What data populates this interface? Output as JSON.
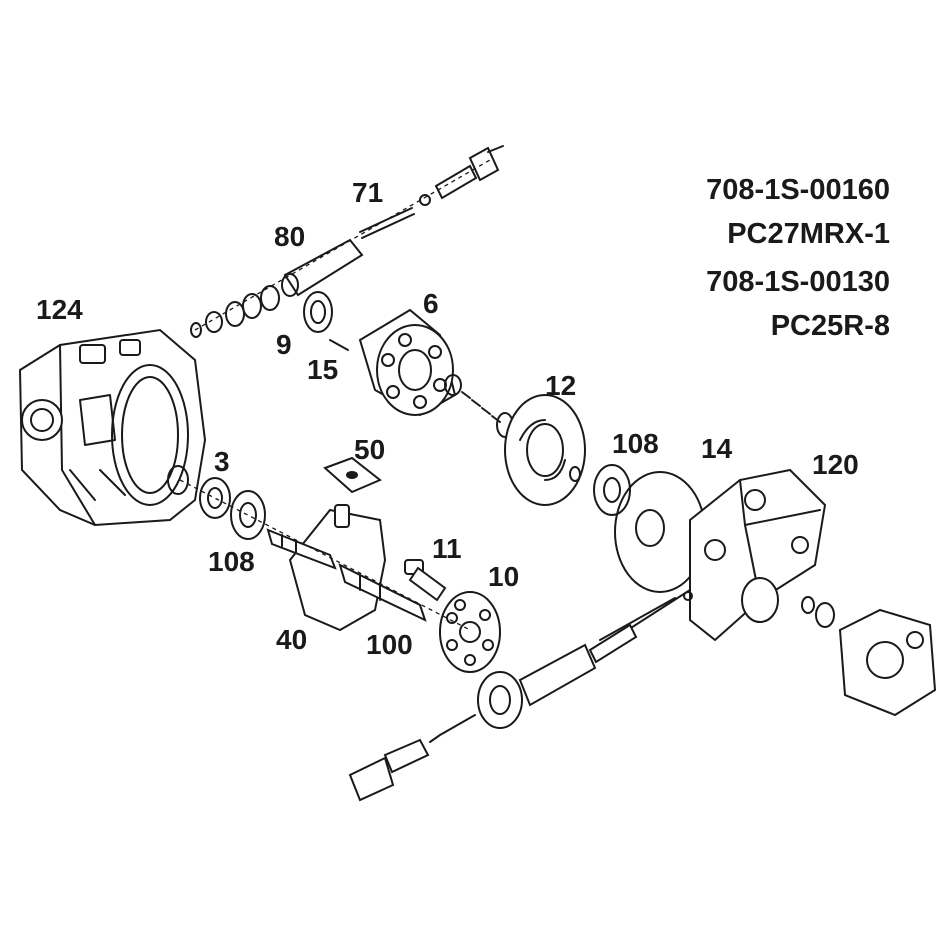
{
  "models": [
    {
      "part_number": "708-1S-00160",
      "model": "PC27MRX-1"
    },
    {
      "part_number": "708-1S-00130",
      "model": "PC25R-8"
    }
  ],
  "labels": {
    "p124": "124",
    "p80": "80",
    "p71": "71",
    "p6": "6",
    "p9": "9",
    "p15": "15",
    "p12": "12",
    "p108a": "108",
    "p14": "14",
    "p120": "120",
    "p3": "3",
    "p50": "50",
    "p108b": "108",
    "p11": "11",
    "p10": "10",
    "p40": "40",
    "p100": "100"
  }
}
